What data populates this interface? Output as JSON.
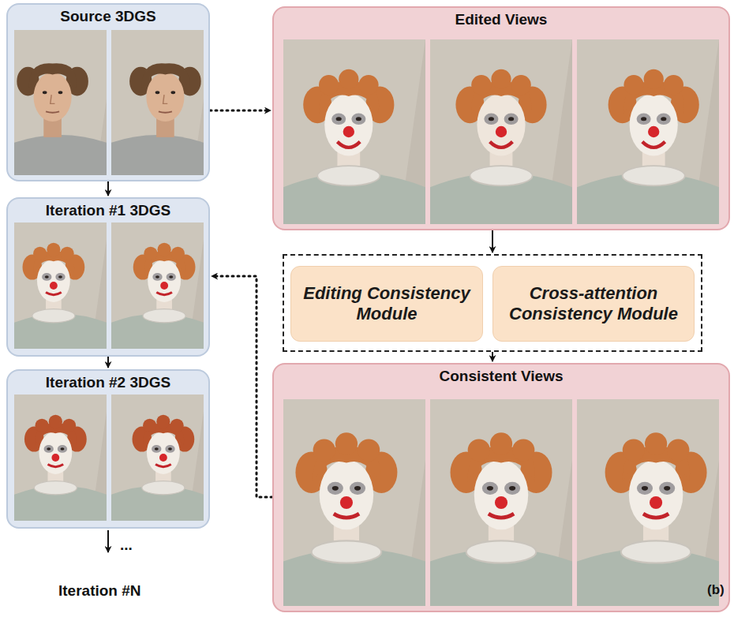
{
  "diagram": {
    "nodes": [
      {
        "text": [
          "Source 3DGS"
        ]
      },
      {
        "text": [
          "Edited Views"
        ]
      },
      {
        "text": [
          "Iteration #1 3DGS"
        ]
      },
      {
        "text": [
          "Iteration #2 3DGS"
        ]
      },
      {
        "text": []
      },
      {
        "text": [
          "Editing Consistency Module"
        ],
        "in": 4
      },
      {
        "text": [
          "Cross-attention Consistency Module"
        ],
        "in": 4
      },
      {
        "text": [
          "Consistent Views"
        ]
      }
    ],
    "edges": [
      {
        "from": 0,
        "to": 1,
        "arrow": "to"
      },
      {
        "from": 0,
        "to": 2,
        "arrow": "to"
      },
      {
        "from": 2,
        "to": 3,
        "arrow": "to"
      },
      {
        "from": 1,
        "to": 4,
        "arrow": "to"
      },
      {
        "from": 4,
        "to": 7,
        "arrow": "to"
      },
      {
        "from": 7,
        "to": 2,
        "arrow": "to"
      }
    ],
    "labels": [
      "Iteration #N",
      "...",
      "(b)"
    ]
  }
}
